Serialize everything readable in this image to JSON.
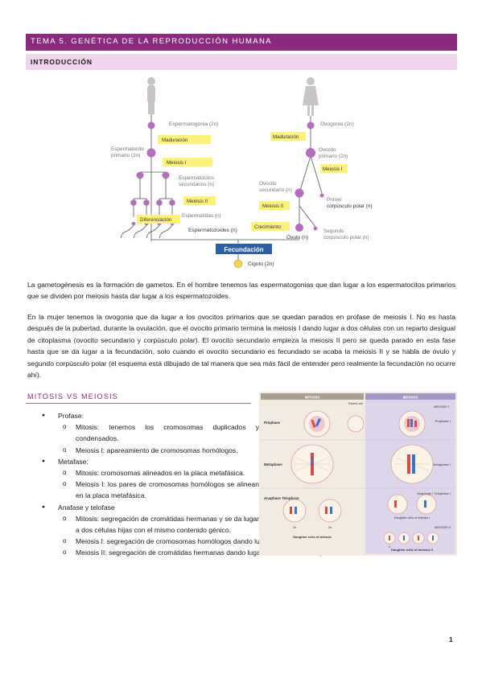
{
  "header": {
    "title": "TEMA 5. GENÉTICA DE LA REPRODUCCIÓN HUMANA",
    "section": "INTRODUCCIÓN"
  },
  "figure1": {
    "male": {
      "espermatogonia": "Espermatogonia (2n)",
      "maduracion": "Maduración",
      "espermatocito_primario_1": "Espermatocito",
      "espermatocito_primario_2": "primario (2n)",
      "meiosis1": "Meiosis I",
      "espermatocitos_sec_1": "Espermatocitos",
      "espermatocitos_sec_2": "secundarios (n)",
      "meiosis2": "Meiosis II",
      "espermatidas": "Espermátidas (n)",
      "diferenciacion": "Diferenciación",
      "espermatozoides": "Espermatozoides (n)"
    },
    "female": {
      "ovogonia": "Ovogonia (2n)",
      "maduracion": "Maduración",
      "ovocito_primario_1": "Ovocito",
      "ovocito_primario_2": "primario (2n)",
      "meiosis1": "Meiosis I",
      "ovocito_sec_1": "Ovocito",
      "ovocito_sec_2": "secundario (n)",
      "primer_corpusculo_1": "Primer",
      "primer_corpusculo_2": "corpúsculo polar (n)",
      "meiosis2": "Meiosis II",
      "crecimiento": "Crecimiento",
      "ovulo": "Óvulo (n)",
      "segundo_corpusculo_1": "Segundo",
      "segundo_corpusculo_2": "corpúsculo polar (n)"
    },
    "fecundacion": "Fecundación",
    "cigoto": "Cigoto (2n)"
  },
  "intro": {
    "p1": "La gametogénesis es la formación de gametos. En el hombre tenemos las espermatogonias que dan lugar a los espermatocitos primarios que se dividen por meiosis hasta dar lugar a los espermatozoides.",
    "p2": "En la mujer tenemos la ovogonia que da lugar a los ovocitos primarios que se quedan parados en profase de meiosis I. No es hasta después de la pubertad, durante la ovulación, que el ovocito primario termina la meiosis I dando lugar a dos células con un reparto desigual de citoplasma (ovocito secundario y corpúsculo polar). El ovocito secundario empieza la meiosis II pero se queda parado en esta fase hasta que se da lugar a la fecundación, solo cuando el ovocito secundario es fecundado se acaba la meiosis II y se habla de óvulo y segundo corpúsculo polar (el esquema está dibujado de tal manera que sea más fácil de entender pero realmente la fecundación no ocurre ahí)."
  },
  "mitosis_meiosis": {
    "heading": "MITOSIS VS MEIOSIS",
    "profase": {
      "label": "Profase:",
      "items": [
        "Mitosis: tenemos los cromosomas duplicados y condensados.",
        "Meiosis I: apareamiento de cromosomas homólogos."
      ]
    },
    "metafase": {
      "label": "Metafase:",
      "items": [
        "Mitosis: cromosomas alineados en la placa metafásica.",
        "Meiosis I: los pares de cromosomas homólogos se alinean en la placa metafásica."
      ]
    },
    "anafase": {
      "label": "Anafase y telofase",
      "items": [
        "Mitosis: segregación de cromátidas hermanas y se da lugar a dos células hijas con el mismo contenido génico.",
        "Meiosis I: segregación de cromosomas homólogos dando lugar a dos células hijas con la mitad del contenido génico.",
        "Meiosis II: segregación de cromátidas hermanas dando lugar a cuatro células hijas."
      ]
    }
  },
  "figure2": {
    "mitosis": "MITOSIS",
    "meiosis": "MEIOSIS",
    "meiosis_1": "MEIOSIS I",
    "meiosis_2": "MEIOSIS II",
    "prophase": "Prophase",
    "metaphase": "Metaphase",
    "anaphase_telophase": "Anaphase\nTelophase",
    "prophase_1": "Prophase I",
    "metaphase_1": "Metaphase I",
    "anaphase_1": "Anaphase I\nTelophase I",
    "parent_cell": "Parent cell",
    "daughter_mitosis": "Daughter cells\nof mitosis",
    "daughter_meiosis_1": "Daughter\ncells of\nmeiosis I",
    "daughter_meiosis_2": "Daughter cells of meiosis II",
    "two_n": "2n",
    "n": "n"
  },
  "page_number": "1",
  "colors": {
    "title_bar": "#8a2a7c",
    "section_bar": "#efd5ec",
    "highlight": "#fff27a",
    "cell": "#b56dc0",
    "fecundacion_box": "#2c5ea8"
  }
}
